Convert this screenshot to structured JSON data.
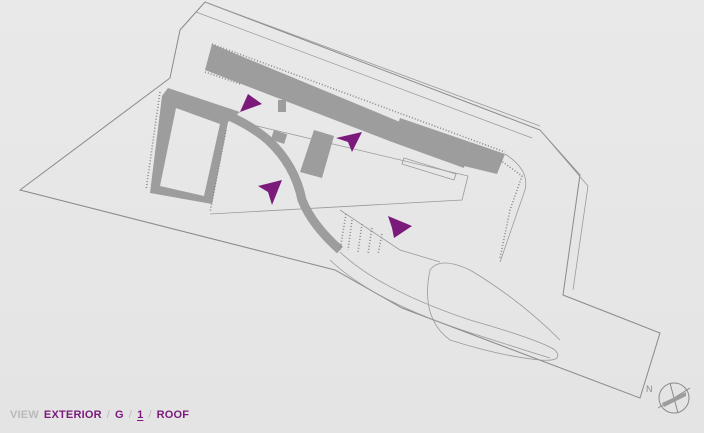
{
  "colors": {
    "background": "#e6e6e6",
    "outline": "#8a8a8a",
    "building": "#9d9d9d",
    "camera_marker": "#7b1a7b",
    "nav_muted": "#b9b9b9",
    "nav_accent": "#7b1a7b"
  },
  "compass": {
    "label": "N",
    "icon": "north-arrow-icon"
  },
  "view_nav": {
    "view_label": "VIEW",
    "exterior_label": "EXTERIOR",
    "separator": "/",
    "levels": [
      {
        "label": "G",
        "active": false
      },
      {
        "label": "1",
        "active": true
      },
      {
        "label": "ROOF",
        "active": false
      }
    ]
  },
  "camera_markers": [
    {
      "name": "camera-marker-northwest"
    },
    {
      "name": "camera-marker-center"
    },
    {
      "name": "camera-marker-west"
    },
    {
      "name": "camera-marker-south"
    }
  ]
}
